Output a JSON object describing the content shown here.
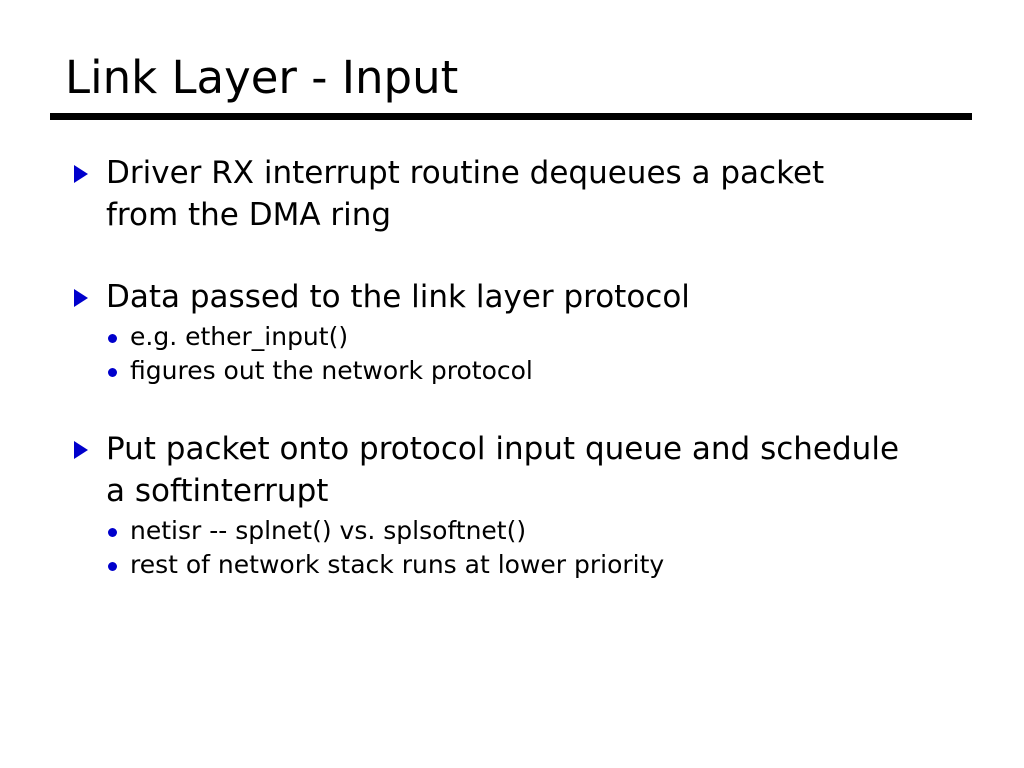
{
  "slide": {
    "title": "Link Layer - Input",
    "accent_color": "#0000CC",
    "text_color": "#000000",
    "background_color": "#FFFFFF",
    "rule_color": "#000000",
    "bullets": [
      {
        "marker": "triangle-right-icon",
        "text": "Driver RX interrupt routine dequeues a packet from the DMA ring",
        "sub": []
      },
      {
        "marker": "triangle-right-icon",
        "text": "Data passed to the link layer protocol",
        "sub": [
          {
            "marker": "dot-icon",
            "text": "e.g. ether_input()"
          },
          {
            "marker": "dot-icon",
            "text": "figures out the network protocol"
          }
        ]
      },
      {
        "marker": "triangle-right-icon",
        "text": "Put packet onto protocol input queue and schedule a softinterrupt",
        "sub": [
          {
            "marker": "dot-icon",
            "text": "netisr -- splnet() vs. splsoftnet()"
          },
          {
            "marker": "dot-icon",
            "text": "rest of network stack runs at lower priority"
          }
        ]
      }
    ]
  }
}
